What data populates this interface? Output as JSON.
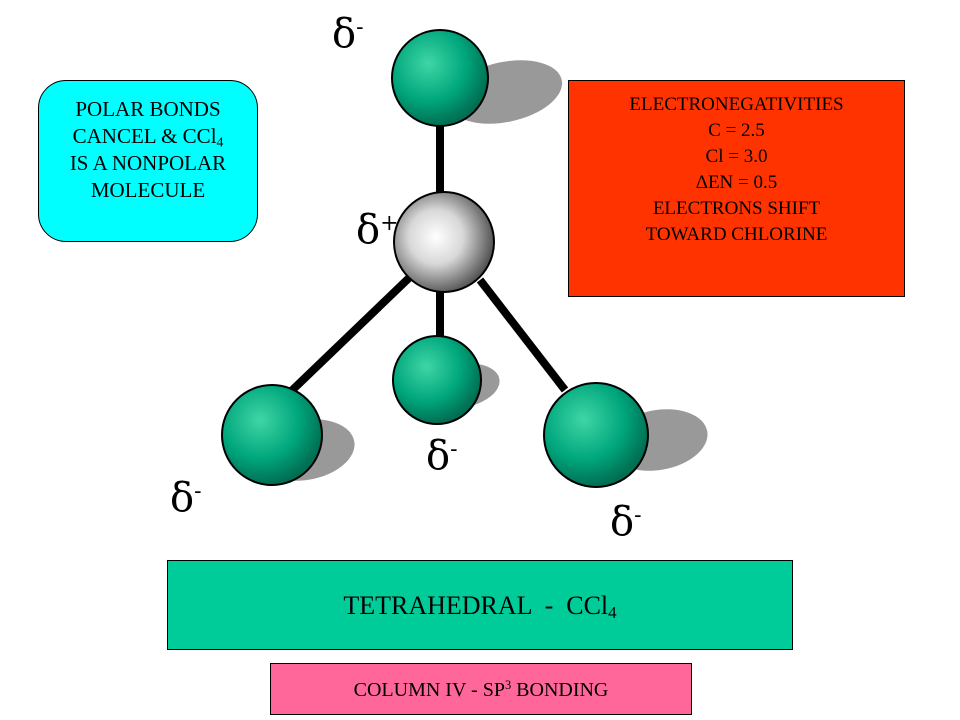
{
  "polar_box": {
    "line1": "POLAR BONDS",
    "line2_prefix": "CANCEL & CCl",
    "line2_sub": "4",
    "line3": "IS A NONPOLAR",
    "line4": "MOLECULE"
  },
  "electronegativity_box": {
    "title": "ELECTRONEGATIVITIES",
    "carbon": "C = 2.5",
    "chlorine": "Cl = 3.0",
    "delta_en": "ΔEN = 0.5",
    "shift_line1": "ELECTRONS SHIFT",
    "shift_line2": "TOWARD CHLORINE"
  },
  "shape_box": {
    "prefix": "TETRAHEDRAL  -  CCl",
    "sub": "4"
  },
  "column_box": {
    "prefix": "COLUMN IV - SP",
    "sup": "3",
    "suffix": " BONDING"
  },
  "charges": {
    "delta": "δ",
    "plus": "+",
    "minus": "-"
  },
  "colors": {
    "chlorine_atom": "#009977",
    "carbon_atom": "#cccccc",
    "polar_box_fill": "#00ffff",
    "eneg_box_fill": "#ff3300",
    "shape_box_fill": "#00cc99",
    "column_box_fill": "#ff6699"
  }
}
